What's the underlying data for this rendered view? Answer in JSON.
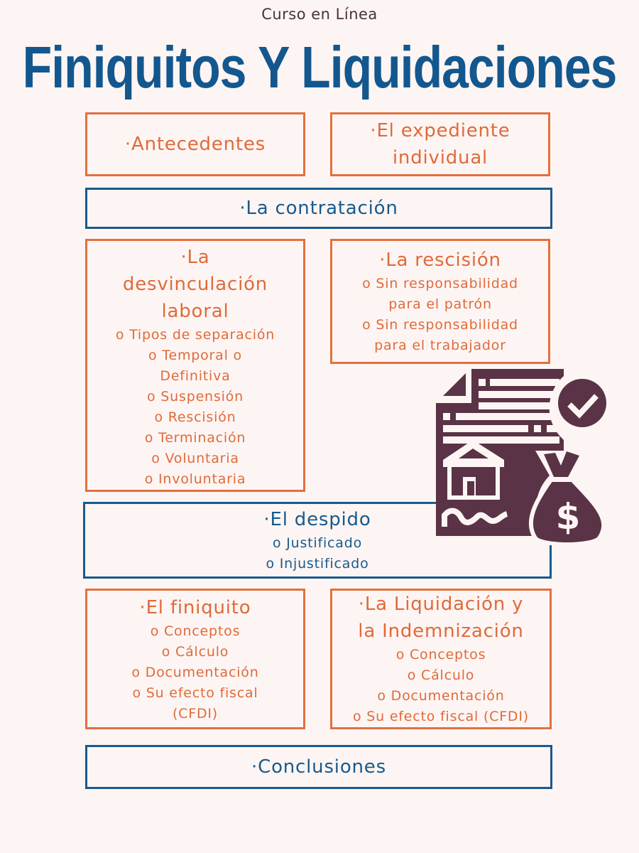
{
  "header": {
    "subtitle": "Curso en Línea",
    "title": "Finiquitos Y Liquidaciones"
  },
  "colors": {
    "background": "#fdf5f3",
    "title_blue": "#13578f",
    "box_blue": "#185a8e",
    "box_orange": "#e2703f",
    "icon_plum": "#5a3346"
  },
  "sections": {
    "antecedentes": {
      "heading": "·Antecedentes"
    },
    "expediente": {
      "heading_line1": "·El expediente",
      "heading_line2": "individual"
    },
    "contratacion": {
      "heading": "·La contratación"
    },
    "desvinculacion": {
      "heading_line1": "·La",
      "heading_line2": "desvinculación",
      "heading_line3": "laboral",
      "items": [
        "o Tipos de separación",
        "o Temporal o",
        "Definitiva",
        "o Suspensión",
        "o Rescisión",
        "o Terminación",
        "o Voluntaria",
        "o Involuntaria"
      ]
    },
    "rescision": {
      "heading": "·La rescisión",
      "items": [
        "o Sin responsabilidad",
        "para el patrón",
        "o Sin responsabilidad",
        "para el trabajador"
      ]
    },
    "despido": {
      "heading": "·El despido",
      "items": [
        "o Justificado",
        "o Injustificado"
      ]
    },
    "finiquito": {
      "heading": "·El finiquito",
      "items": [
        "o Conceptos",
        "o Cálculo",
        "o Documentación",
        "o Su efecto fiscal",
        "(CFDI)"
      ]
    },
    "liquidacion": {
      "heading_line1": "·La Liquidación y",
      "heading_line2": "la Indemnización",
      "items": [
        "o Conceptos",
        "o Cálculo",
        "o Documentación",
        "o Su efecto fiscal (CFDI)"
      ]
    },
    "conclusiones": {
      "heading": "·Conclusiones"
    }
  },
  "illustration": {
    "icon": "contract-document-money-icon"
  }
}
